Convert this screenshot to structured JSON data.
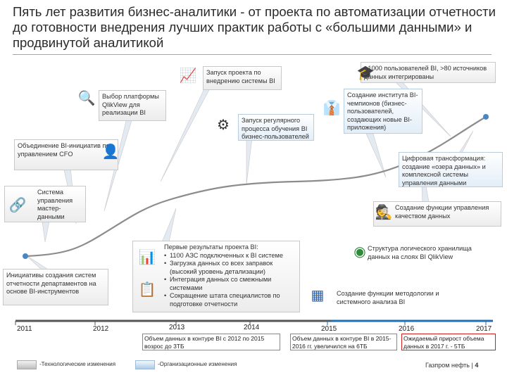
{
  "title": "Пять лет развития бизнес-аналитики - от проекта по автоматизации отчетности до готовности внедрения лучших практик работы с «большими данными» и продвинутой аналитикой",
  "events": {
    "launch_project": "Запуск проекта по внедрению системы BI",
    "qlik_choice": "Выбор платформы QlikView для реализации BI",
    "training": "Запуск регулярного процесса обучения BI бизнес-пользователей",
    "users_sources": ">1000 пользователей BI, >80 источников данных интегрированы",
    "champions": "Создание института BI-чемпионов (бизнес-пользователей, создающих новые BI-приложения)",
    "cfo": "Объединение BI-инициатив под управлением CFO",
    "digital": "Цифровая трансформация: создание «озера данных» и комплексной системы управления данными",
    "masterdata": "Система управления мастер-данными",
    "dq": "Создание функции управления качеством данных",
    "first_results_title": "Первые результаты проекта BI:",
    "first_results": [
      "1100 АЗС подключенных к BI системе",
      "Загрузка данных со всех заправок (высокий уровень детализации)",
      "Интеграция данных со смежными системами",
      "Сокращение штата специалистов по подготовке отчетности"
    ],
    "logical_store": "Структура логического хранилища данных на слоях BI QlikView",
    "methodology": "Создание функции методологии и системного анализа BI",
    "initiatives": "Инициативы создания систем отчетности департаментов на основе BI-инструментов"
  },
  "years": [
    "2011",
    "2012",
    "2013",
    "2014",
    "2015",
    "2016",
    "2017"
  ],
  "volumes": {
    "v1": "Объем данных в контуре BI с 2012 по 2015 возрос до 3ТБ",
    "v2": "Объем данных в контуре BI в 2015-2016 гг. увеличился на 6ТБ",
    "v3": "Ожидаемый прирост объема данных в 2017 г. - 5ТБ"
  },
  "legend": {
    "tech": "-Технологические изменения",
    "org": "-Организационные изменения"
  },
  "footer": {
    "company": "Газпром нефть",
    "page": "4"
  },
  "colors": {
    "curve": "#8c8c8c",
    "timeline": "#555555",
    "timeline_blue": "#1f6fb2",
    "expected_border": "#cc2222"
  },
  "icons": {
    "launch_project": "chart-pencil-icon",
    "qlik_choice": "chart-magnifier-icon",
    "training": "gears-person-icon",
    "users_sources": "graduate-icon",
    "champions": "businessman-icon",
    "cfo": "manager-icon",
    "masterdata": "network-people-icon",
    "dq": "inspector-icon",
    "first_results": "bar-chart-icon",
    "initiatives": "report-icon",
    "logical_store": "qlik-logo-icon",
    "methodology": "circuit-board-icon"
  }
}
